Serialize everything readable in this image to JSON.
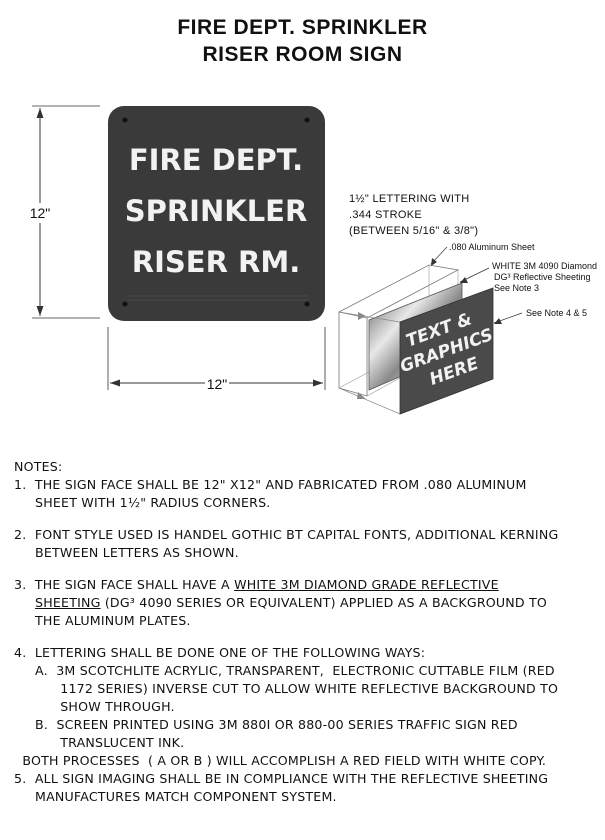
{
  "title": {
    "line1": "FIRE DEPT. SPRINKLER",
    "line2": "RISER ROOM SIGN"
  },
  "sign": {
    "lines": [
      "FIRE DEPT.",
      "SPRINKLER",
      "RISER RM."
    ],
    "height_label": "12\"",
    "width_label": "12\""
  },
  "callouts": {
    "lettering": [
      "1½\"  LETTERING WITH",
      ".344  STROKE",
      "(BETWEEN 5/16\" & 3/8\")"
    ],
    "aluminum": ".080 Aluminum Sheet",
    "sheeting": [
      "WHITE 3M 4090 Diamond",
      "DG³ Reflective Sheeting",
      "See Note 3"
    ],
    "see_note": "See Note 4 & 5",
    "panel_text": [
      "TEXT &",
      "GRAPHICS",
      "HERE"
    ]
  },
  "notes": {
    "heading": "NOTES:",
    "n1": [
      "1.  The sign face shall be 12\" X12\" and fabricated from .080 aluminum",
      "     sheet with 1½\" radius corners."
    ],
    "n2": [
      "2.  Font style used is Handel Gothic BT capital fonts, additional kerning",
      "     between letters as shown."
    ],
    "n3_a": "3.  The sign face shall have a ",
    "n3_b": "white 3M diamond grade reflective",
    "n3_c": "sheeting",
    "n3_d": " (DG³ 4090 series or equivalent) applied as a background to",
    "n3_e": "     the aluminum plates.",
    "n4": [
      "4.  Lettering shall be done one of the following ways:",
      "     A.  3M Scotchlite acrylic, transparent,  electronic cuttable film (red",
      "           1172 series) inverse cut to allow white reflective background to",
      "           show through.",
      "     B.  Screen printed using 3M 880I or 880-00 series traffic sign red",
      "           translucent ink."
    ],
    "both": "  Both processes  ( A or B ) will accomplish a red field with white copy.",
    "n5": [
      "5.  All sign imaging shall be in compliance with the reflective sheeting",
      "     manufactures match component system."
    ]
  }
}
